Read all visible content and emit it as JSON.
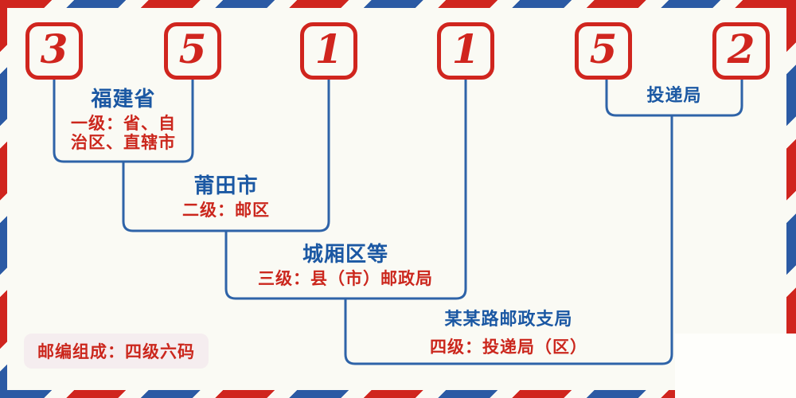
{
  "postal_code": {
    "digits": [
      "3",
      "5",
      "1",
      "1",
      "5",
      "2"
    ]
  },
  "levels": [
    {
      "name": "福建省",
      "desc_lines": [
        "一级：省、自",
        "治区、直辖市"
      ]
    },
    {
      "name": "莆田市",
      "desc": "二级：邮区"
    },
    {
      "name": "城厢区等",
      "desc": "三级：县（市）邮政局"
    },
    {
      "name": "某某路邮政支局",
      "desc": "四级：投递局（区）"
    },
    {
      "name": "投递局"
    }
  ],
  "footer": {
    "badge": "邮编组成：四级六码"
  },
  "colors": {
    "stripe_red": "#D0251E",
    "stripe_blue": "#2B5AA4",
    "digit_red": "#D0251E",
    "label_blue": "#1B58A3",
    "label_red": "#CB271D",
    "line_blue": "#2E63A8",
    "background": "#FAFAF4",
    "badge_background": "#F5EDEF"
  }
}
